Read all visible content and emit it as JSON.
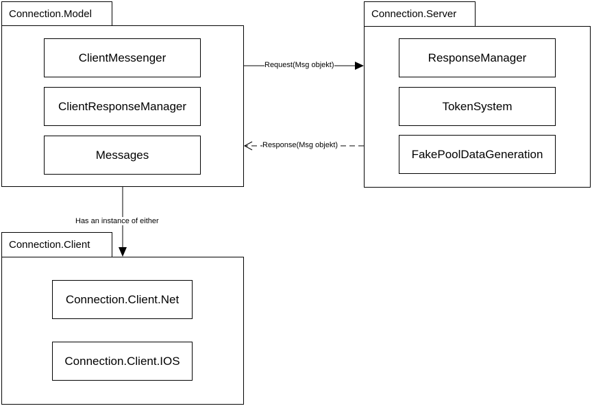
{
  "packages": {
    "model": {
      "name": "Connection.Model",
      "classes": [
        "ClientMessenger",
        "ClientResponseManager",
        "Messages"
      ]
    },
    "server": {
      "name": "Connection.Server",
      "classes": [
        "ResponseManager",
        "TokenSystem",
        "FakePoolDataGeneration"
      ]
    },
    "client": {
      "name": "Connection.Client",
      "classes": [
        "Connection.Client.Net",
        "Connection.Client.IOS"
      ]
    }
  },
  "relations": {
    "request": "Request(Msg objekt)",
    "response": "Response(Msg objekt)",
    "instance": "Has an instance of either"
  }
}
